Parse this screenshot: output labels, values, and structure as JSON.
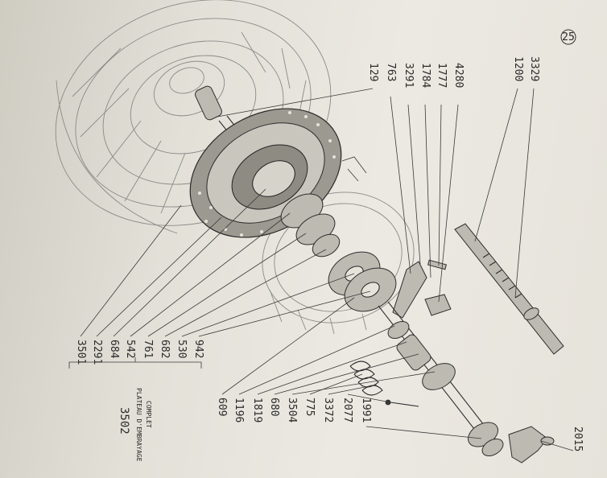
{
  "page_number": "25",
  "assembly": {
    "number": "3502",
    "name_line1": "PLATEAU D'EMBRAYAGE",
    "name_line2": "COMPLET"
  },
  "grouped_labels": [
    "3501",
    "2291",
    "684",
    "542",
    "761",
    "682",
    "530",
    "942"
  ],
  "lower_labels": [
    "609",
    "1196",
    "1819",
    "680",
    "3504",
    "775",
    "3372",
    "2077",
    "1991"
  ],
  "top_labels": [
    "129",
    "763",
    "3291",
    "1784",
    "1777",
    "4280",
    "1200",
    "3329"
  ],
  "right_label": "2015"
}
